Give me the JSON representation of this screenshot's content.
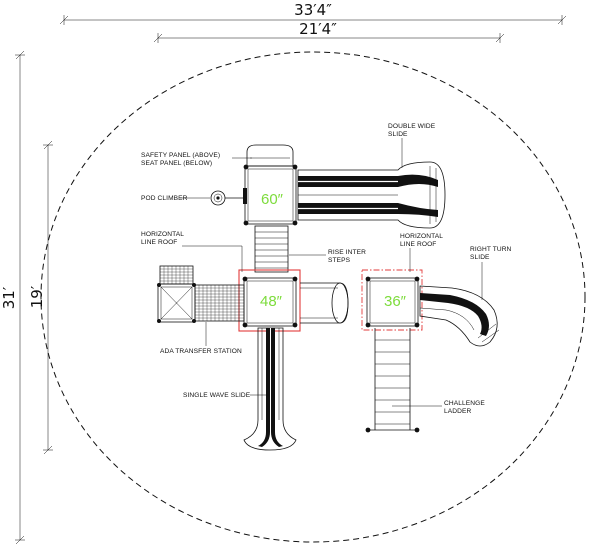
{
  "dimensions": {
    "overall_width": "33′4″",
    "inner_width": "21′4″",
    "overall_depth": "31′",
    "inner_depth": "19′"
  },
  "platform_heights": {
    "top_deck": "60″",
    "center_deck": "48″",
    "right_deck": "36″"
  },
  "labels": {
    "safety_panel_line1": "SAFETY PANEL (ABOVE)",
    "safety_panel_line2": "SEAT PANEL (BELOW)",
    "double_wide_slide_line1": "DOUBLE WIDE",
    "double_wide_slide_line2": "SLIDE",
    "pod_climber": "POD CLIMBER",
    "horizontal_roof_left_line1": "HORIZONTAL",
    "horizontal_roof_left_line2": "LINE ROOF",
    "rise_inter_steps_line1": "RISE INTER",
    "rise_inter_steps_line2": "STEPS",
    "horizontal_roof_right_line1": "HORIZONTAL",
    "horizontal_roof_right_line2": "LINE ROOF",
    "right_turn_slide_line1": "RIGHT TURN",
    "right_turn_slide_line2": "SLIDE",
    "ada_transfer_station": "ADA TRANSFER STATION",
    "single_wave_slide": "SINGLE WAVE SLIDE",
    "challenge_ladder_line1": "CHALLENGE",
    "challenge_ladder_line2": "LADDER"
  },
  "colors": {
    "line": "#111111",
    "roof_outline": "#e23b3b",
    "height_text": "#7ddc3c"
  }
}
